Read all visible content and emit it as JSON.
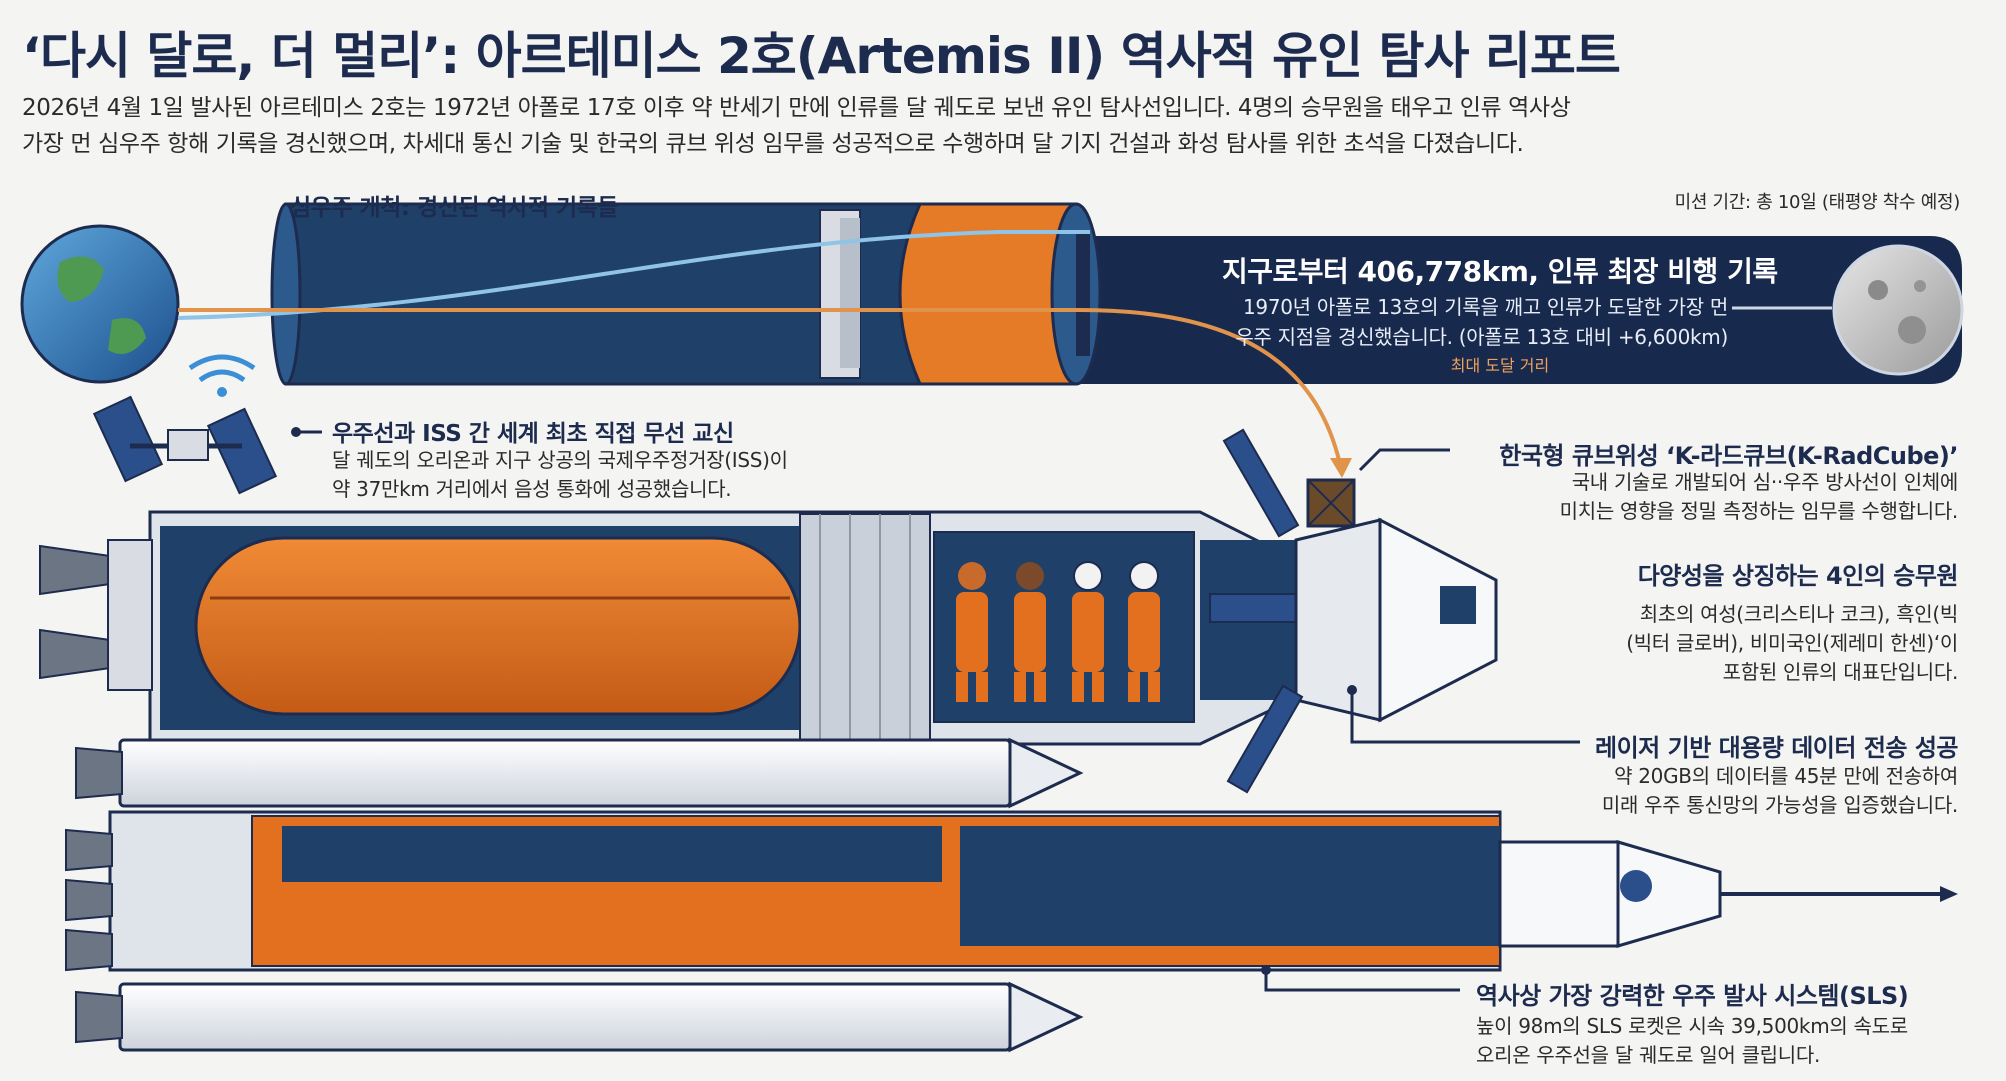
{
  "header": {
    "title": "‘다시 달로, 더 멀리’: 아르테미스 2호(Artemis II) 역사적 유인 탐사 리포트",
    "intro_line1": "2026년 4월 1일 발사된 아르테미스 2호는 1972년 아폴로 17호 이후 약 반세기 만에 인류를 달 궤도로 보낸 유인 탐사선입니다. 4명의 승무원을 태우고 인류 역사상",
    "intro_line2": "가장 먼 심우주 항해 기록을 경신했으며, 차세대 통신 기술 및 한국의 큐브 위성 임무를 성공적으로 수행하며 달 기지 건설과 화성 탐사를 위한 초석을 다졌습니다."
  },
  "records": {
    "section_label": "심우주 개척: 경신된 역사적 기록들",
    "mission_duration": "미션 기간: 총 10일 (태평양 착수 예정)",
    "distance_title": "지구로부터 406,778km, 인류 최장 비행 기록",
    "distance_body1": "1970년 아폴로 13호의 기록을 깨고 인류가 도달한 가장 먼",
    "distance_body2": "우주 지점을 경신했습니다. (아폴로 13호 대비 +6,600km)",
    "max_distance_label": "최대 도달 거리"
  },
  "callouts": {
    "iss": {
      "title": "우주선과 ISS 간 세계 최초 직접 무선 교신",
      "body1": "달 궤도의 오리온과 지구 상공의 국제우주정거장(ISS)이",
      "body2": "약 37만km 거리에서 음성 통화에 성공했습니다."
    },
    "cubesat": {
      "title": "한국형 큐브위성 ‘K-라드큐브(K-RadCube)’",
      "body1": "국내 기술로 개발되어 심··우주 방사선이 인체에",
      "body2": "미치는 영향을 정밀 측정하는 임무를 수행합니다."
    },
    "crew": {
      "title": "다양성을 상징하는 4인의 승무원",
      "body1": "최초의 여성(크리스티나 코크), 흑인(빅",
      "body2": "(빅터 글로버), 비미국인(제레미 한센)‘이",
      "body3": "포함된 인류의 대표단입니다."
    },
    "laser": {
      "title": "레이저 기반 대용량 데이터 전송 성공",
      "body1": "약 20GB의 데이터를 45분 만에 전송하여",
      "body2": "미래 우주 통신망의 가능성을 입증했습니다."
    },
    "sls": {
      "title": "역사상 가장 강력한 우주 발사 시스템(SLS)",
      "body1": "높이 98m의 SLS 로켓은 시속 39,500km의 속도로",
      "body2": "오리온 우주선을 달 궤도로 일어 클립니다."
    }
  },
  "colors": {
    "navy": "#1d2b4f",
    "deep_blue": "#1f4068",
    "orange": "#e2701f",
    "light_blue": "#8fc3e8",
    "banner": "#17294d"
  }
}
